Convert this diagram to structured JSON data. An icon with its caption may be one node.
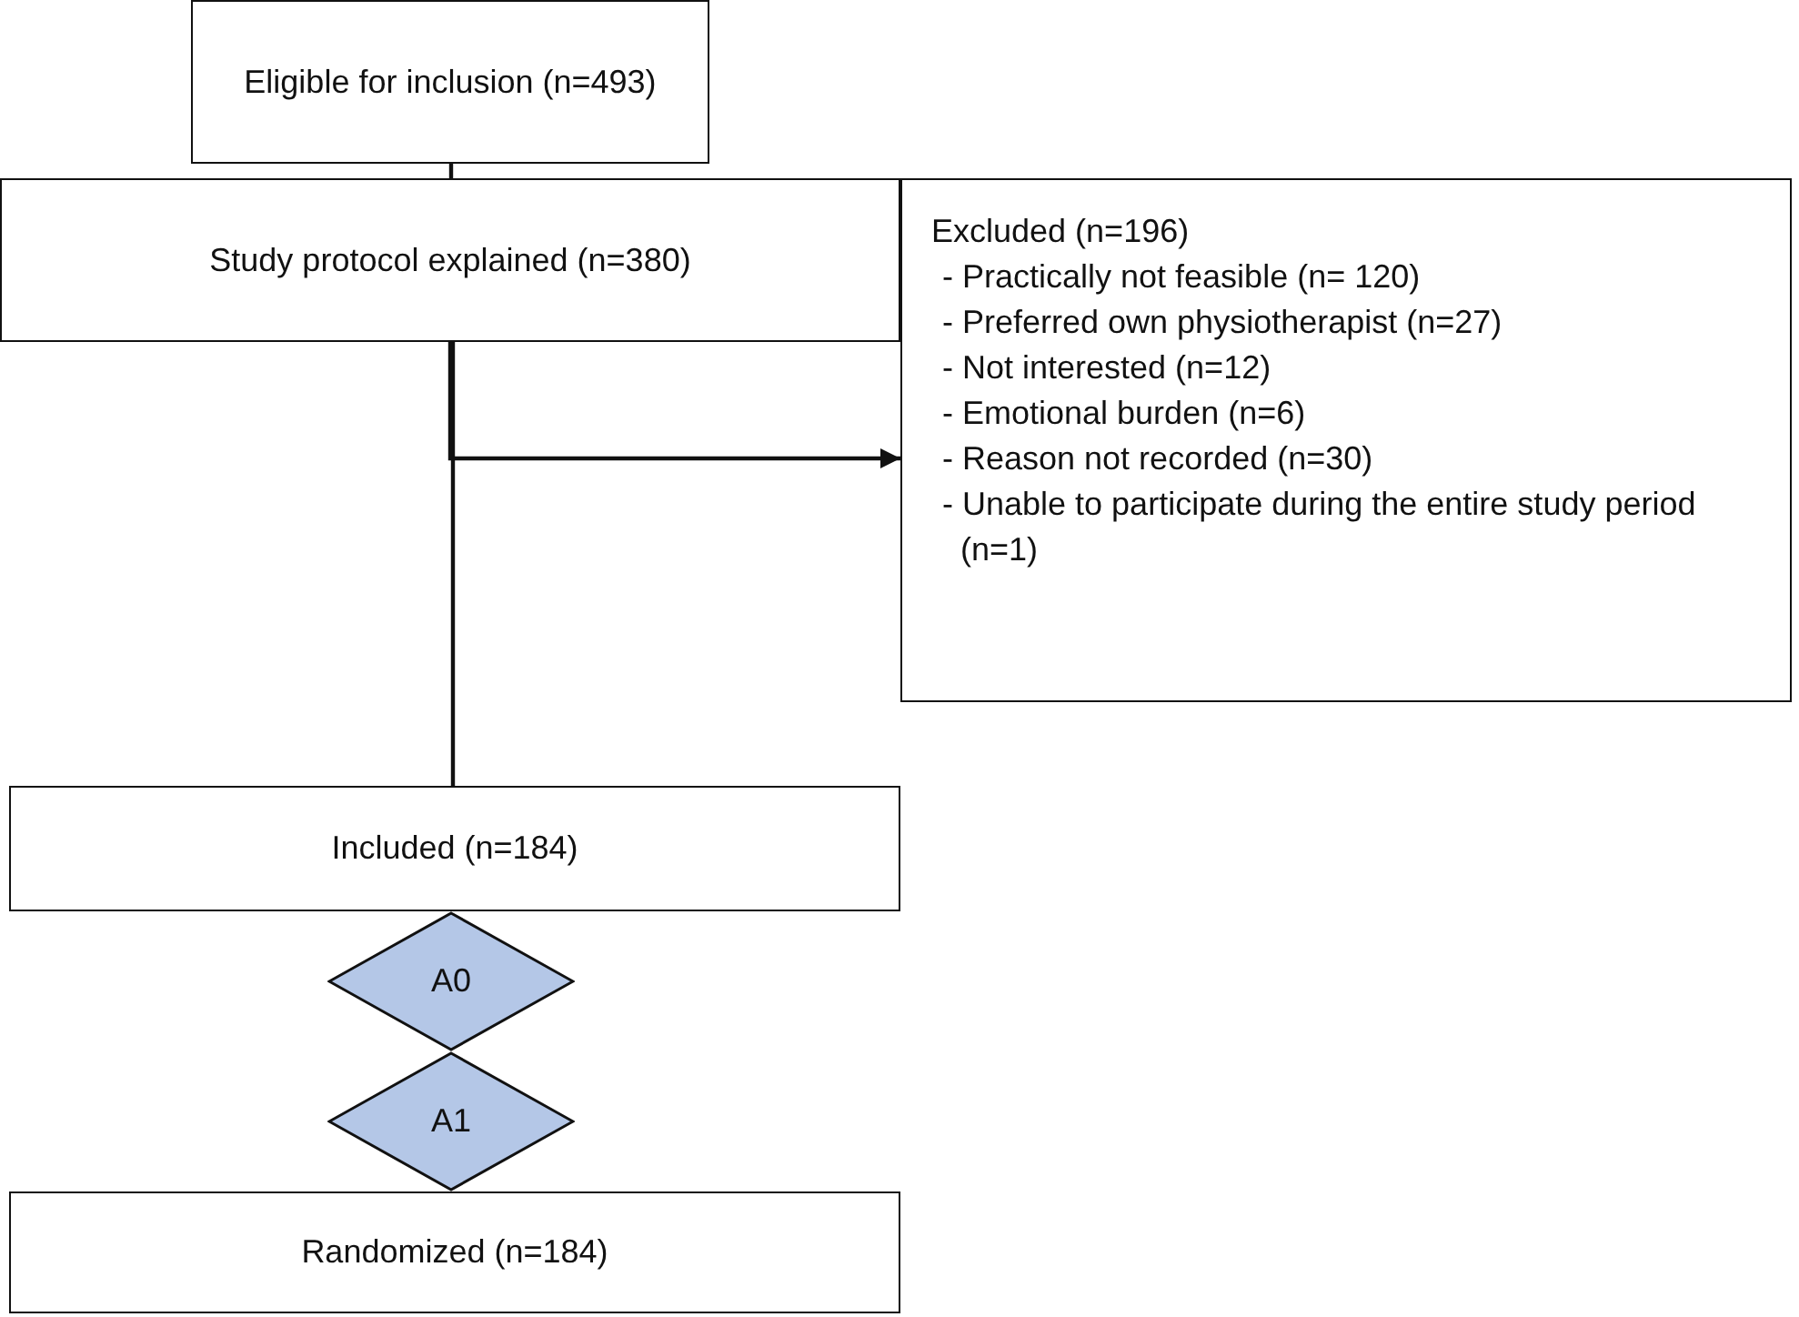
{
  "diagram": {
    "nodes": [
      {
        "text": [
          "Eligible for inclusion (n=493)"
        ]
      },
      {
        "text": [
          "Study protocol explained (n=380)"
        ]
      },
      {
        "text": [
          "Excluded (n=196)",
          "- Practically not feasible (n= 120)",
          "- Preferred own physiotherapist (n=27)",
          "- Not interested (n=12)",
          "- Emotional burden (n=6)",
          "- Reason not recorded (n=30)",
          "- Unable to participate during the entire study period (n=1)"
        ]
      },
      {
        "text": [
          "Included (n=184)"
        ]
      },
      {
        "text": [
          "A0"
        ]
      },
      {
        "text": [
          "A1"
        ]
      },
      {
        "text": [
          "Randomized (n=184)"
        ]
      }
    ],
    "edges": [
      {
        "from": 0,
        "to": 1,
        "arrow": "none"
      },
      {
        "from": 1,
        "to": 3,
        "arrow": "none"
      },
      {
        "from": 1,
        "to": 2,
        "arrow": "to"
      }
    ]
  }
}
